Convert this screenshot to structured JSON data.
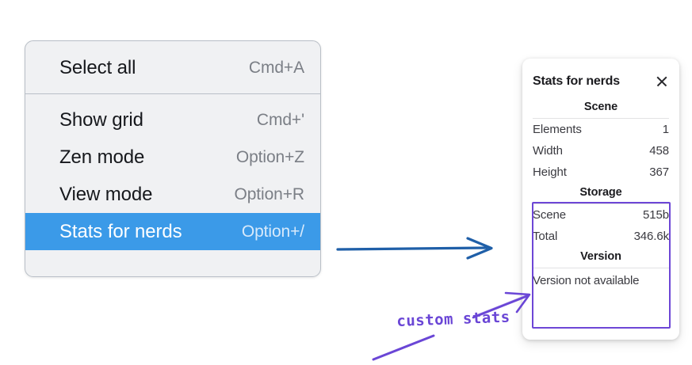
{
  "page": {
    "background": "#ffffff",
    "accent_blue": "#3b9ae8",
    "arrow_blue": "#1f5fa8",
    "annotation_purple": "#6a46d6"
  },
  "context_menu": {
    "groups": [
      {
        "items": [
          {
            "label": "Select all",
            "shortcut": "Cmd+A",
            "selected": false
          }
        ]
      },
      {
        "items": [
          {
            "label": "Show grid",
            "shortcut": "Cmd+'",
            "selected": false
          },
          {
            "label": "Zen mode",
            "shortcut": "Option+Z",
            "selected": false
          },
          {
            "label": "View mode",
            "shortcut": "Option+R",
            "selected": false
          },
          {
            "label": "Stats for nerds",
            "shortcut": "Option+/",
            "selected": true
          }
        ]
      }
    ]
  },
  "stats_panel": {
    "title": "Stats for nerds",
    "close_icon": "close-icon",
    "sections": [
      {
        "heading": "Scene",
        "rows": [
          {
            "label": "Elements",
            "value": "1"
          },
          {
            "label": "Width",
            "value": "458"
          },
          {
            "label": "Height",
            "value": "367"
          }
        ]
      },
      {
        "heading": "Storage",
        "rows": [
          {
            "label": "Scene",
            "value": "515b"
          },
          {
            "label": "Total",
            "value": "346.6k"
          }
        ]
      },
      {
        "heading": "Version",
        "note": "Version not available"
      }
    ]
  },
  "annotations": {
    "custom_stats_label": "custom stats",
    "flow_arrow_icon": "arrow-right-icon",
    "pointer_arrow_icon": "arrow-up-right-icon"
  }
}
